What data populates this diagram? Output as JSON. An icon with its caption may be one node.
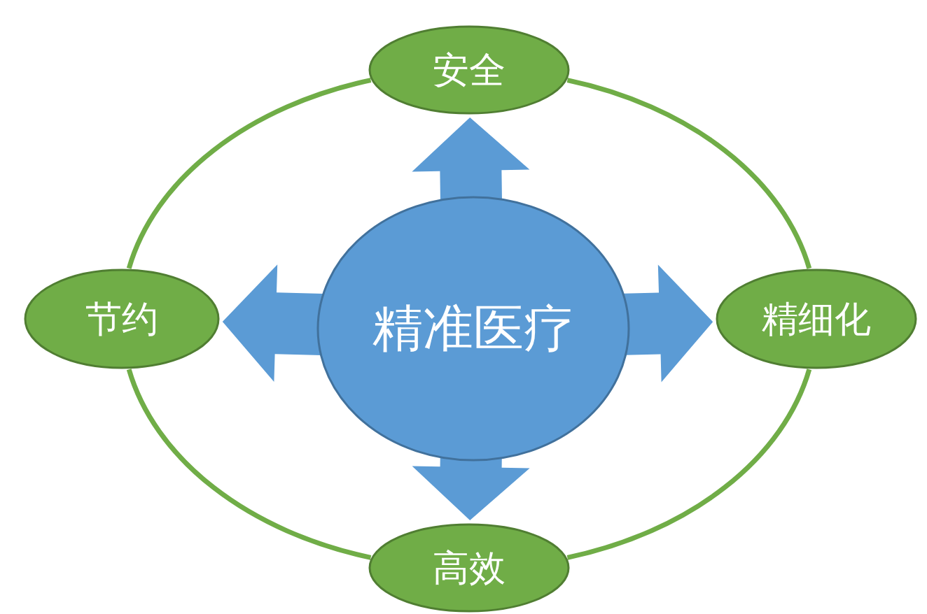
{
  "diagram": {
    "nodes": [
      {
        "text": [
          "精准医疗"
        ]
      },
      {
        "text": [
          "安全"
        ]
      },
      {
        "text": [
          "节约"
        ]
      },
      {
        "text": [
          "精细化"
        ]
      },
      {
        "text": [
          "高效"
        ]
      }
    ],
    "edges": [
      {
        "from": 0,
        "to": 1,
        "arrow": "to",
        "style": "thick",
        "color": "#5b9bd5"
      },
      {
        "from": 0,
        "to": 2,
        "arrow": "to",
        "style": "thick",
        "color": "#5b9bd5"
      },
      {
        "from": 0,
        "to": 3,
        "arrow": "to",
        "style": "thick",
        "color": "#5b9bd5"
      },
      {
        "from": 0,
        "to": 4,
        "arrow": "to",
        "style": "thick",
        "color": "#5b9bd5"
      },
      {
        "from": 1,
        "to": 3,
        "arrow": "none"
      },
      {
        "from": 3,
        "to": 4,
        "arrow": "none"
      },
      {
        "from": 4,
        "to": 2,
        "arrow": "none"
      },
      {
        "from": 2,
        "to": 1,
        "arrow": "none"
      }
    ]
  }
}
